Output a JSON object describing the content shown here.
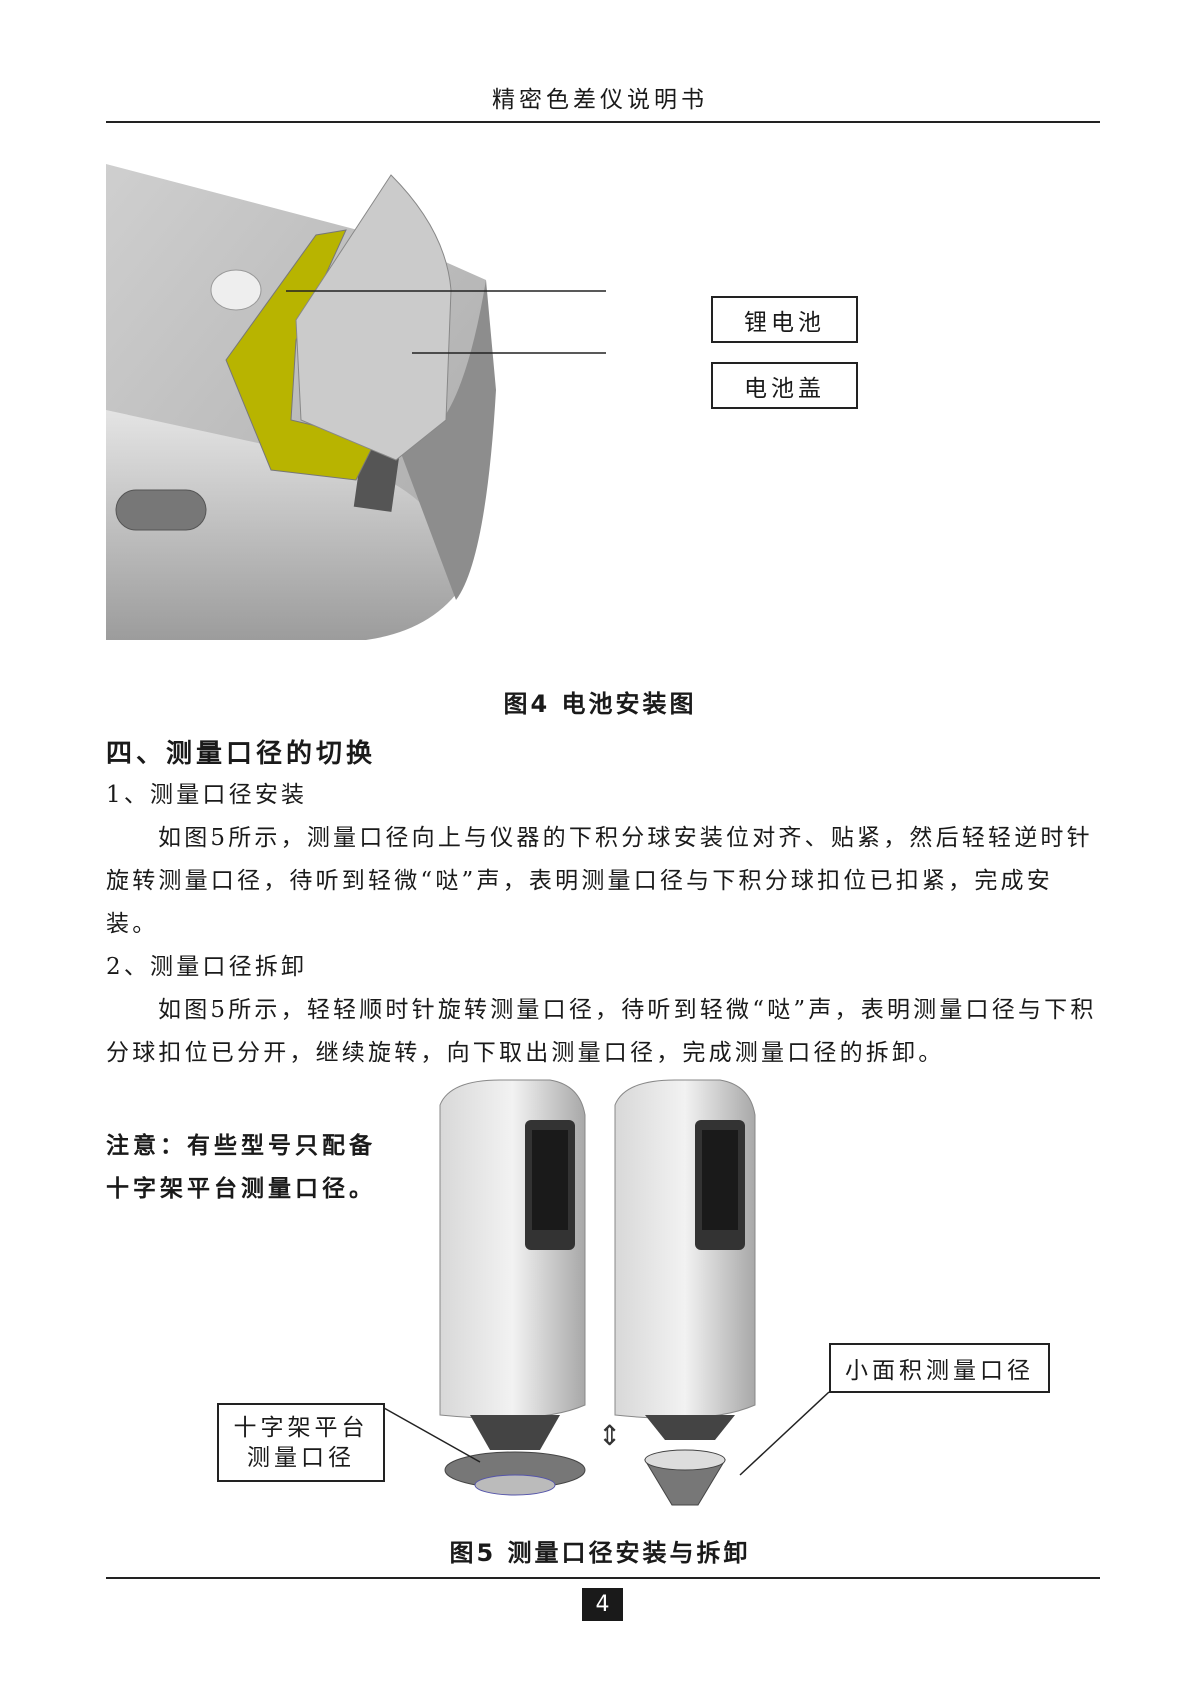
{
  "header": {
    "title": "精密色差仪说明书"
  },
  "figure4": {
    "labels": [
      "锂电池",
      "电池盖"
    ],
    "caption": "图4 电池安装图",
    "battery_color": "#b8b400"
  },
  "section": {
    "heading": "四、测量口径的切换",
    "sub1": "1、测量口径安装",
    "para1": "如图5所示，测量口径向上与仪器的下积分球安装位对齐、贴紧，然后轻轻逆时针旋转测量口径，待听到轻微“哒”声，表明测量口径与下积分球扣位已扣紧，完成安装。",
    "sub2": "2、测量口径拆卸",
    "para2": "如图5所示，轻轻顺时针旋转测量口径，待听到轻微“哒”声，表明测量口径与下积分球扣位已分开，继续旋转，向下取出测量口径，完成测量口径的拆卸。"
  },
  "note": {
    "line1": "注意：有些型号只配备",
    "line2": "十字架平台测量口径。"
  },
  "figure5": {
    "label_small": "小面积测量口径",
    "label_cross_line1": "十字架平台",
    "label_cross_line2": "测量口径",
    "caption": "图5 测量口径安装与拆卸"
  },
  "footer": {
    "page_number": "4"
  }
}
